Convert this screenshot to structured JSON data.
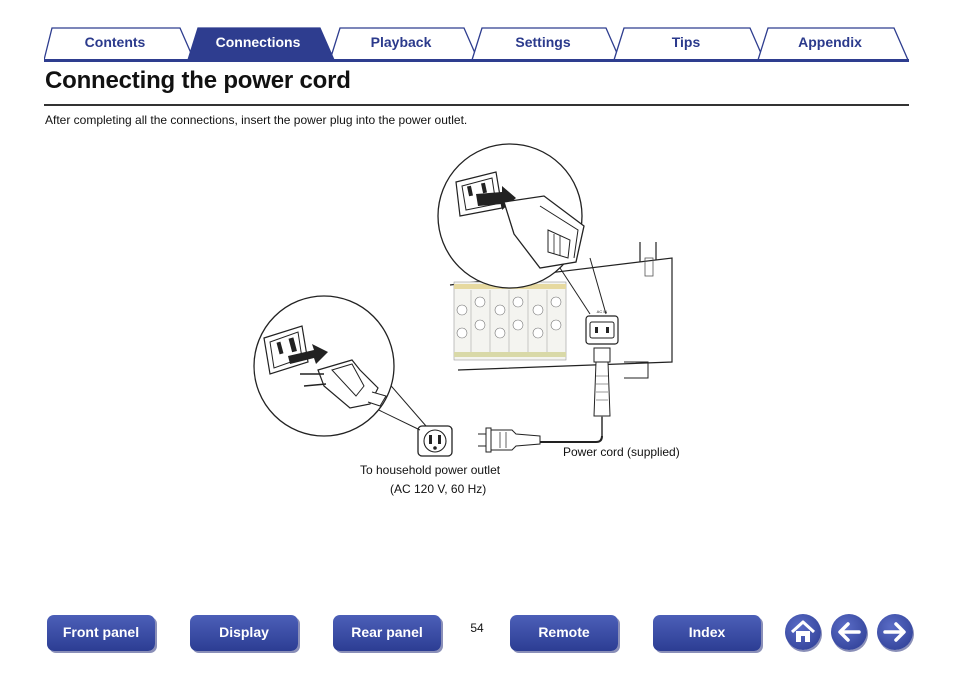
{
  "tabs": [
    {
      "label": "Contents",
      "active": false
    },
    {
      "label": "Connections",
      "active": true
    },
    {
      "label": "Playback",
      "active": false
    },
    {
      "label": "Settings",
      "active": false
    },
    {
      "label": "Tips",
      "active": false
    },
    {
      "label": "Appendix",
      "active": false
    }
  ],
  "page": {
    "title": "Connecting the power cord",
    "intro": "After completing all the connections, insert the power plug into the power outlet.",
    "number": "54"
  },
  "figure": {
    "cord_label": "Power cord (supplied)",
    "outlet_label_line1": "To household power outlet",
    "outlet_label_line2": "(AC 120 V, 60 Hz)",
    "inlet_marking": "AC IN"
  },
  "nav": {
    "front_panel": "Front panel",
    "display": "Display",
    "rear_panel": "Rear panel",
    "remote": "Remote",
    "index": "Index"
  },
  "icons": {
    "home": "home-icon",
    "back": "arrow-left-icon",
    "forward": "arrow-right-icon"
  },
  "colors": {
    "accent": "#2e3d8f",
    "tab_text": "#2b3a8c",
    "active_tab": "#2e3d8f"
  }
}
